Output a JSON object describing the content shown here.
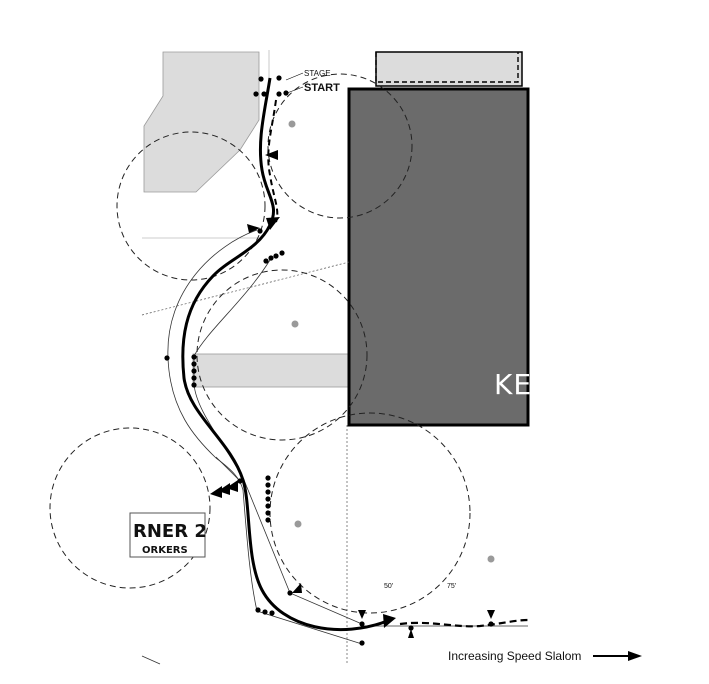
{
  "labels": {
    "stage": "STAGE",
    "start": "START",
    "building": "KEI",
    "corner_title": "RNER 2",
    "corner_subtitle": "ORKERS",
    "distance_50": "50'",
    "distance_75": "75'",
    "slalom_caption": "Increasing Speed Slalom"
  },
  "icons": {
    "arrow": "right-arrow-icon",
    "cone": "cone-icon"
  },
  "colors": {
    "building_fill": "#6b6b6b",
    "gray_block": "#dcdcdc",
    "marker_dot": "#9a9a9a",
    "line": "#000000"
  }
}
